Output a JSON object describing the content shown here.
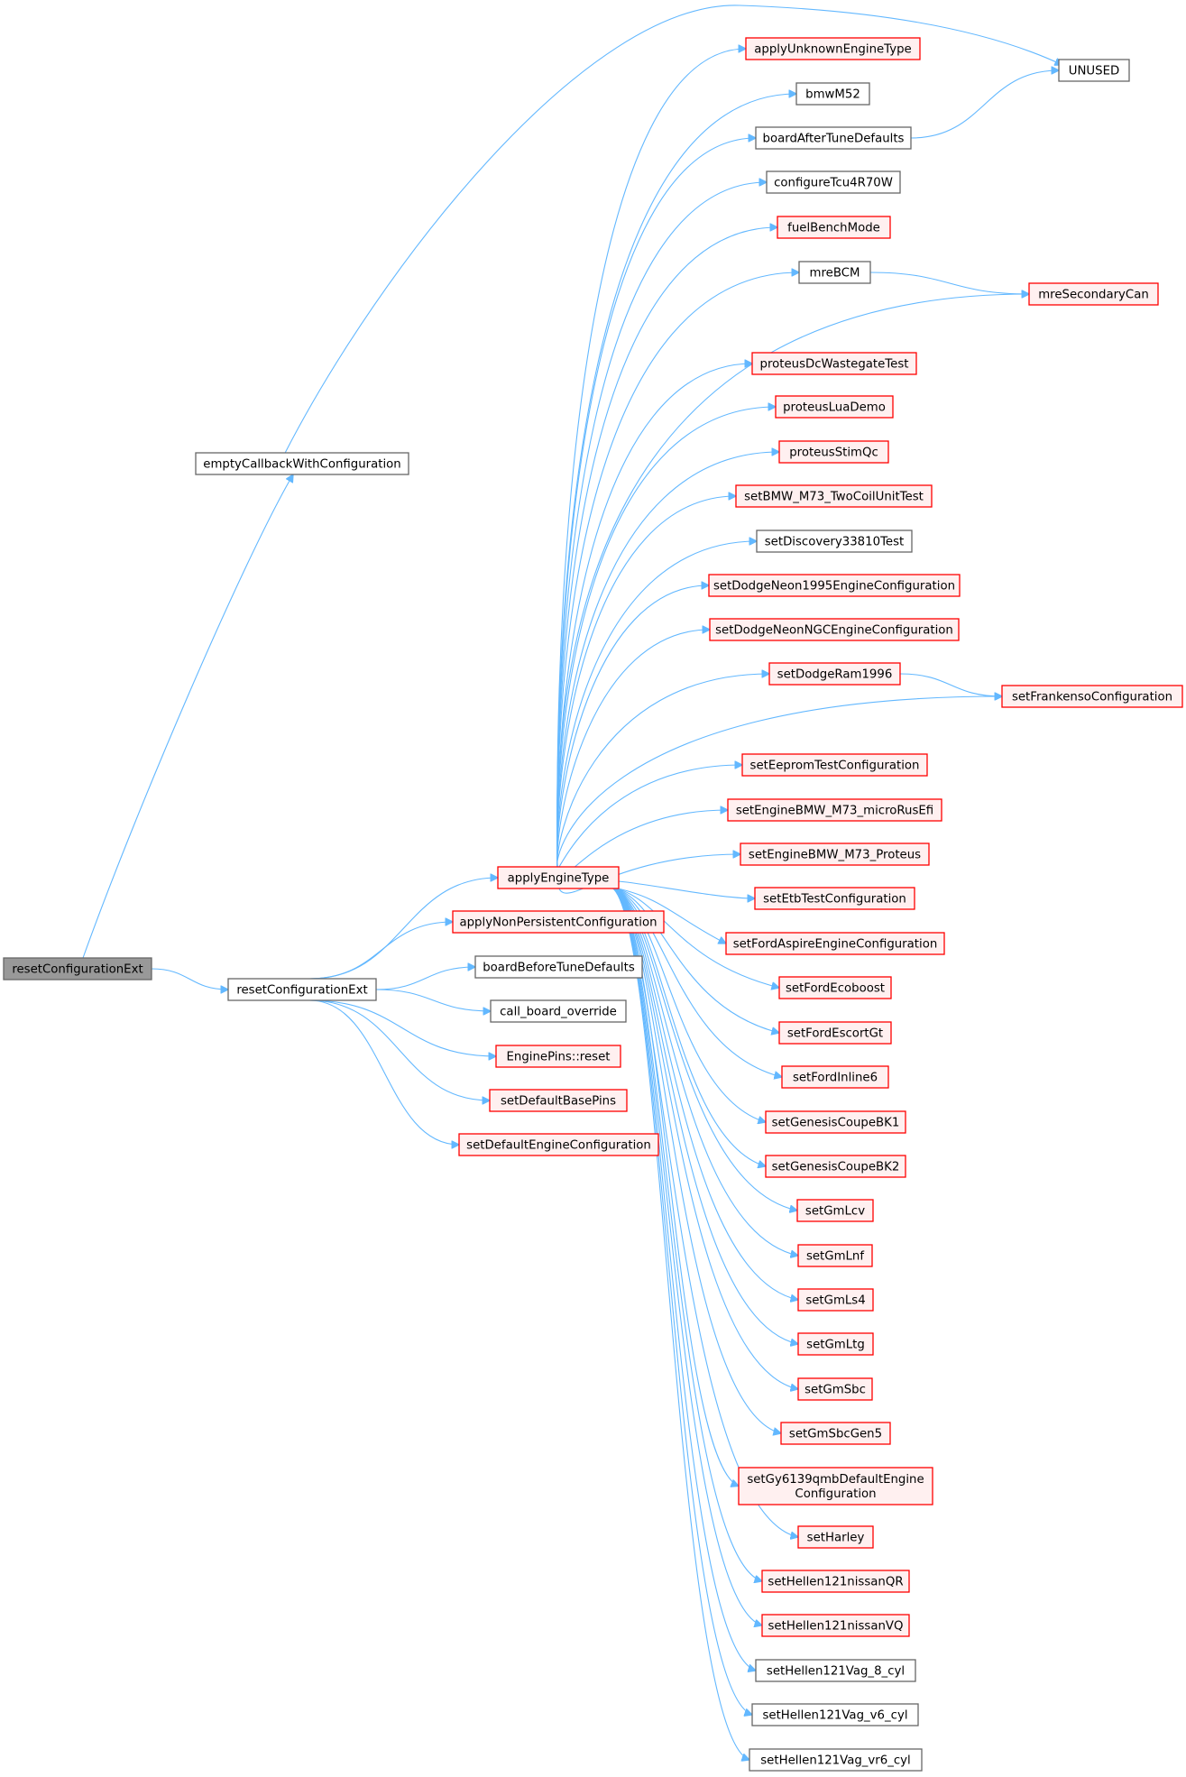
{
  "diagram": {
    "type": "call-graph",
    "colors": {
      "edge": "#63b8ff",
      "plain_border": "#666666",
      "red_border": "#ff0000",
      "red_fill": "#fff0f0",
      "root_fill": "#999999"
    },
    "nodes": [
      {
        "id": "resetConfigurationExt",
        "label": "resetConfigurationExt",
        "style": "root"
      },
      {
        "id": "emptyCallbackWithConfiguration",
        "label": "emptyCallbackWithConfiguration",
        "style": "plain"
      },
      {
        "id": "resetConfigurationExt_b",
        "label": "resetConfigurationExt",
        "style": "plain"
      },
      {
        "id": "applyEngineType",
        "label": "applyEngineType",
        "style": "red"
      },
      {
        "id": "applyNonPersistentConfiguration",
        "label": "applyNonPersistentConfiguration",
        "style": "red"
      },
      {
        "id": "boardBeforeTuneDefaults",
        "label": "boardBeforeTuneDefaults",
        "style": "plain"
      },
      {
        "id": "call_board_override",
        "label": "call_board_override",
        "style": "plain"
      },
      {
        "id": "EnginePins_reset",
        "label": "EnginePins::reset",
        "style": "red"
      },
      {
        "id": "setDefaultBasePins",
        "label": "setDefaultBasePins",
        "style": "red"
      },
      {
        "id": "setDefaultEngineConfiguration",
        "label": "setDefaultEngineConfiguration",
        "style": "red"
      },
      {
        "id": "UNUSED",
        "label": "UNUSED",
        "style": "plain"
      },
      {
        "id": "mreSecondaryCan",
        "label": "mreSecondaryCan",
        "style": "red"
      },
      {
        "id": "setFrankensoConfiguration",
        "label": "setFrankensoConfiguration",
        "style": "red"
      },
      {
        "id": "applyUnknownEngineType",
        "label": "applyUnknownEngineType",
        "style": "red"
      },
      {
        "id": "bmwM52",
        "label": "bmwM52",
        "style": "plain"
      },
      {
        "id": "boardAfterTuneDefaults",
        "label": "boardAfterTuneDefaults",
        "style": "plain"
      },
      {
        "id": "configureTcu4R70W",
        "label": "configureTcu4R70W",
        "style": "plain"
      },
      {
        "id": "fuelBenchMode",
        "label": "fuelBenchMode",
        "style": "red"
      },
      {
        "id": "mreBCM",
        "label": "mreBCM",
        "style": "plain"
      },
      {
        "id": "proteusDcWastegateTest",
        "label": "proteusDcWastegateTest",
        "style": "red"
      },
      {
        "id": "proteusLuaDemo",
        "label": "proteusLuaDemo",
        "style": "red"
      },
      {
        "id": "proteusStimQc",
        "label": "proteusStimQc",
        "style": "red"
      },
      {
        "id": "setBMW_M73_TwoCoilUnitTest",
        "label": "setBMW_M73_TwoCoilUnitTest",
        "style": "red"
      },
      {
        "id": "setDiscovery33810Test",
        "label": "setDiscovery33810Test",
        "style": "plain"
      },
      {
        "id": "setDodgeNeon1995EngineConfiguration",
        "label": "setDodgeNeon1995EngineConfiguration",
        "style": "red"
      },
      {
        "id": "setDodgeNeonNGCEngineConfiguration",
        "label": "setDodgeNeonNGCEngineConfiguration",
        "style": "red"
      },
      {
        "id": "setDodgeRam1996",
        "label": "setDodgeRam1996",
        "style": "red"
      },
      {
        "id": "setEepromTestConfiguration",
        "label": "setEepromTestConfiguration",
        "style": "red"
      },
      {
        "id": "setEngineBMW_M73_microRusEfi",
        "label": "setEngineBMW_M73_microRusEfi",
        "style": "red"
      },
      {
        "id": "setEngineBMW_M73_Proteus",
        "label": "setEngineBMW_M73_Proteus",
        "style": "red"
      },
      {
        "id": "setEtbTestConfiguration",
        "label": "setEtbTestConfiguration",
        "style": "red"
      },
      {
        "id": "setFordAspireEngineConfiguration",
        "label": "setFordAspireEngineConfiguration",
        "style": "red"
      },
      {
        "id": "setFordEcoboost",
        "label": "setFordEcoboost",
        "style": "red"
      },
      {
        "id": "setFordEscortGt",
        "label": "setFordEscortGt",
        "style": "red"
      },
      {
        "id": "setFordInline6",
        "label": "setFordInline6",
        "style": "red"
      },
      {
        "id": "setGenesisCoupeBK1",
        "label": "setGenesisCoupeBK1",
        "style": "red"
      },
      {
        "id": "setGenesisCoupeBK2",
        "label": "setGenesisCoupeBK2",
        "style": "red"
      },
      {
        "id": "setGmLcv",
        "label": "setGmLcv",
        "style": "red"
      },
      {
        "id": "setGmLnf",
        "label": "setGmLnf",
        "style": "red"
      },
      {
        "id": "setGmLs4",
        "label": "setGmLs4",
        "style": "red"
      },
      {
        "id": "setGmLtg",
        "label": "setGmLtg",
        "style": "red"
      },
      {
        "id": "setGmSbc",
        "label": "setGmSbc",
        "style": "red"
      },
      {
        "id": "setGmSbcGen5",
        "label": "setGmSbcGen5",
        "style": "red"
      },
      {
        "id": "setGy6139qmbDefaultEngineConfiguration",
        "label": "setGy6139qmbDefaultEngine\nConfiguration",
        "style": "red"
      },
      {
        "id": "setHarley",
        "label": "setHarley",
        "style": "red"
      },
      {
        "id": "setHellen121nissanQR",
        "label": "setHellen121nissanQR",
        "style": "red"
      },
      {
        "id": "setHellen121nissanVQ",
        "label": "setHellen121nissanVQ",
        "style": "red"
      },
      {
        "id": "setHellen121Vag_8_cyl",
        "label": "setHellen121Vag_8_cyl",
        "style": "plain"
      },
      {
        "id": "setHellen121Vag_v6_cyl",
        "label": "setHellen121Vag_v6_cyl",
        "style": "plain"
      },
      {
        "id": "setHellen121Vag_vr6_cyl",
        "label": "setHellen121Vag_vr6_cyl",
        "style": "plain"
      }
    ],
    "edges": [
      [
        "resetConfigurationExt",
        "emptyCallbackWithConfiguration"
      ],
      [
        "resetConfigurationExt",
        "resetConfigurationExt_b"
      ],
      [
        "emptyCallbackWithConfiguration",
        "UNUSED"
      ],
      [
        "resetConfigurationExt_b",
        "applyEngineType"
      ],
      [
        "resetConfigurationExt_b",
        "applyNonPersistentConfiguration"
      ],
      [
        "resetConfigurationExt_b",
        "boardBeforeTuneDefaults"
      ],
      [
        "resetConfigurationExt_b",
        "call_board_override"
      ],
      [
        "resetConfigurationExt_b",
        "EnginePins_reset"
      ],
      [
        "resetConfigurationExt_b",
        "setDefaultBasePins"
      ],
      [
        "resetConfigurationExt_b",
        "setDefaultEngineConfiguration"
      ],
      [
        "applyEngineType",
        "applyUnknownEngineType"
      ],
      [
        "applyEngineType",
        "bmwM52"
      ],
      [
        "applyEngineType",
        "boardAfterTuneDefaults"
      ],
      [
        "applyEngineType",
        "configureTcu4R70W"
      ],
      [
        "applyEngineType",
        "fuelBenchMode"
      ],
      [
        "applyEngineType",
        "mreBCM"
      ],
      [
        "applyEngineType",
        "mreSecondaryCan"
      ],
      [
        "applyEngineType",
        "proteusDcWastegateTest"
      ],
      [
        "applyEngineType",
        "proteusLuaDemo"
      ],
      [
        "applyEngineType",
        "proteusStimQc"
      ],
      [
        "applyEngineType",
        "setBMW_M73_TwoCoilUnitTest"
      ],
      [
        "applyEngineType",
        "setDiscovery33810Test"
      ],
      [
        "applyEngineType",
        "setDodgeNeon1995EngineConfiguration"
      ],
      [
        "applyEngineType",
        "setDodgeNeonNGCEngineConfiguration"
      ],
      [
        "applyEngineType",
        "setDodgeRam1996"
      ],
      [
        "applyEngineType",
        "setFrankensoConfiguration"
      ],
      [
        "applyEngineType",
        "setEepromTestConfiguration"
      ],
      [
        "applyEngineType",
        "setEngineBMW_M73_microRusEfi"
      ],
      [
        "applyEngineType",
        "setEngineBMW_M73_Proteus"
      ],
      [
        "applyEngineType",
        "setEtbTestConfiguration"
      ],
      [
        "applyEngineType",
        "setFordAspireEngineConfiguration"
      ],
      [
        "applyEngineType",
        "setFordEcoboost"
      ],
      [
        "applyEngineType",
        "setFordEscortGt"
      ],
      [
        "applyEngineType",
        "setFordInline6"
      ],
      [
        "applyEngineType",
        "setGenesisCoupeBK1"
      ],
      [
        "applyEngineType",
        "setGenesisCoupeBK2"
      ],
      [
        "applyEngineType",
        "setGmLcv"
      ],
      [
        "applyEngineType",
        "setGmLnf"
      ],
      [
        "applyEngineType",
        "setGmLs4"
      ],
      [
        "applyEngineType",
        "setGmLtg"
      ],
      [
        "applyEngineType",
        "setGmSbc"
      ],
      [
        "applyEngineType",
        "setGmSbcGen5"
      ],
      [
        "applyEngineType",
        "setGy6139qmbDefaultEngineConfiguration"
      ],
      [
        "applyEngineType",
        "setHarley"
      ],
      [
        "applyEngineType",
        "setHellen121nissanQR"
      ],
      [
        "applyEngineType",
        "setHellen121nissanVQ"
      ],
      [
        "applyEngineType",
        "setHellen121Vag_8_cyl"
      ],
      [
        "applyEngineType",
        "setHellen121Vag_v6_cyl"
      ],
      [
        "applyEngineType",
        "setHellen121Vag_vr6_cyl"
      ],
      [
        "boardAfterTuneDefaults",
        "UNUSED"
      ],
      [
        "mreBCM",
        "mreSecondaryCan"
      ],
      [
        "setDodgeRam1996",
        "setFrankensoConfiguration"
      ]
    ]
  }
}
